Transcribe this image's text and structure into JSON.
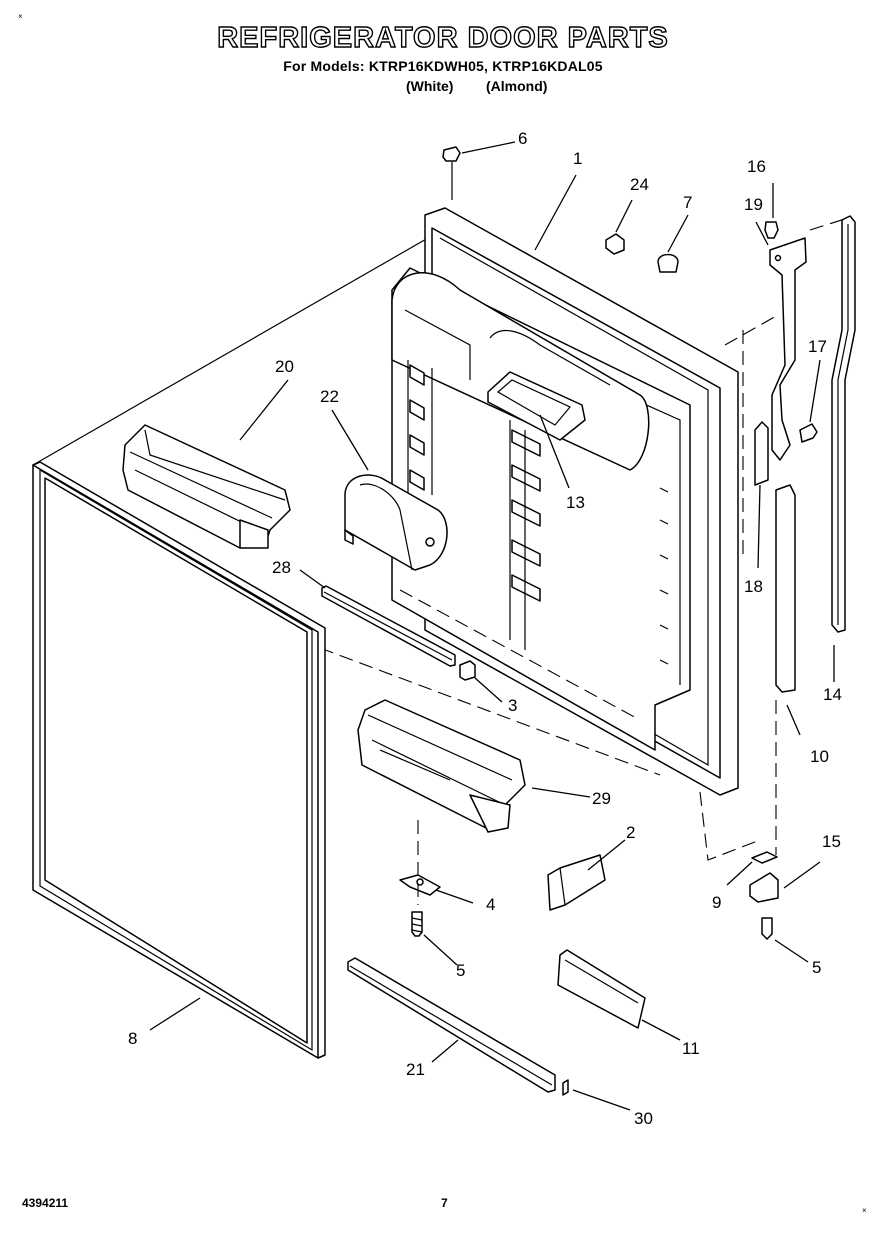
{
  "header": {
    "title": "REFRIGERATOR DOOR PARTS",
    "models": "For Models: KTRP16KDWH05, KTRP16KDAL05",
    "variant_white": "(White)",
    "variant_almond": "(Almond)"
  },
  "footer": {
    "doc_number": "4394211",
    "page_number": "7"
  },
  "marks": {
    "top_left": "×",
    "bottom_right": "×"
  },
  "callouts": [
    {
      "id": "c1",
      "label": "1"
    },
    {
      "id": "c2",
      "label": "2"
    },
    {
      "id": "c3",
      "label": "3"
    },
    {
      "id": "c4",
      "label": "4"
    },
    {
      "id": "c5a",
      "label": "5"
    },
    {
      "id": "c5b",
      "label": "5"
    },
    {
      "id": "c6",
      "label": "6"
    },
    {
      "id": "c7",
      "label": "7"
    },
    {
      "id": "c8",
      "label": "8"
    },
    {
      "id": "c9",
      "label": "9"
    },
    {
      "id": "c10",
      "label": "10"
    },
    {
      "id": "c11",
      "label": "11"
    },
    {
      "id": "c13",
      "label": "13"
    },
    {
      "id": "c14",
      "label": "14"
    },
    {
      "id": "c15",
      "label": "15"
    },
    {
      "id": "c16",
      "label": "16"
    },
    {
      "id": "c17",
      "label": "17"
    },
    {
      "id": "c18",
      "label": "18"
    },
    {
      "id": "c19",
      "label": "19"
    },
    {
      "id": "c20",
      "label": "20"
    },
    {
      "id": "c21",
      "label": "21"
    },
    {
      "id": "c22",
      "label": "22"
    },
    {
      "id": "c24",
      "label": "24"
    },
    {
      "id": "c28",
      "label": "28"
    },
    {
      "id": "c29",
      "label": "29"
    },
    {
      "id": "c30",
      "label": "30"
    }
  ]
}
